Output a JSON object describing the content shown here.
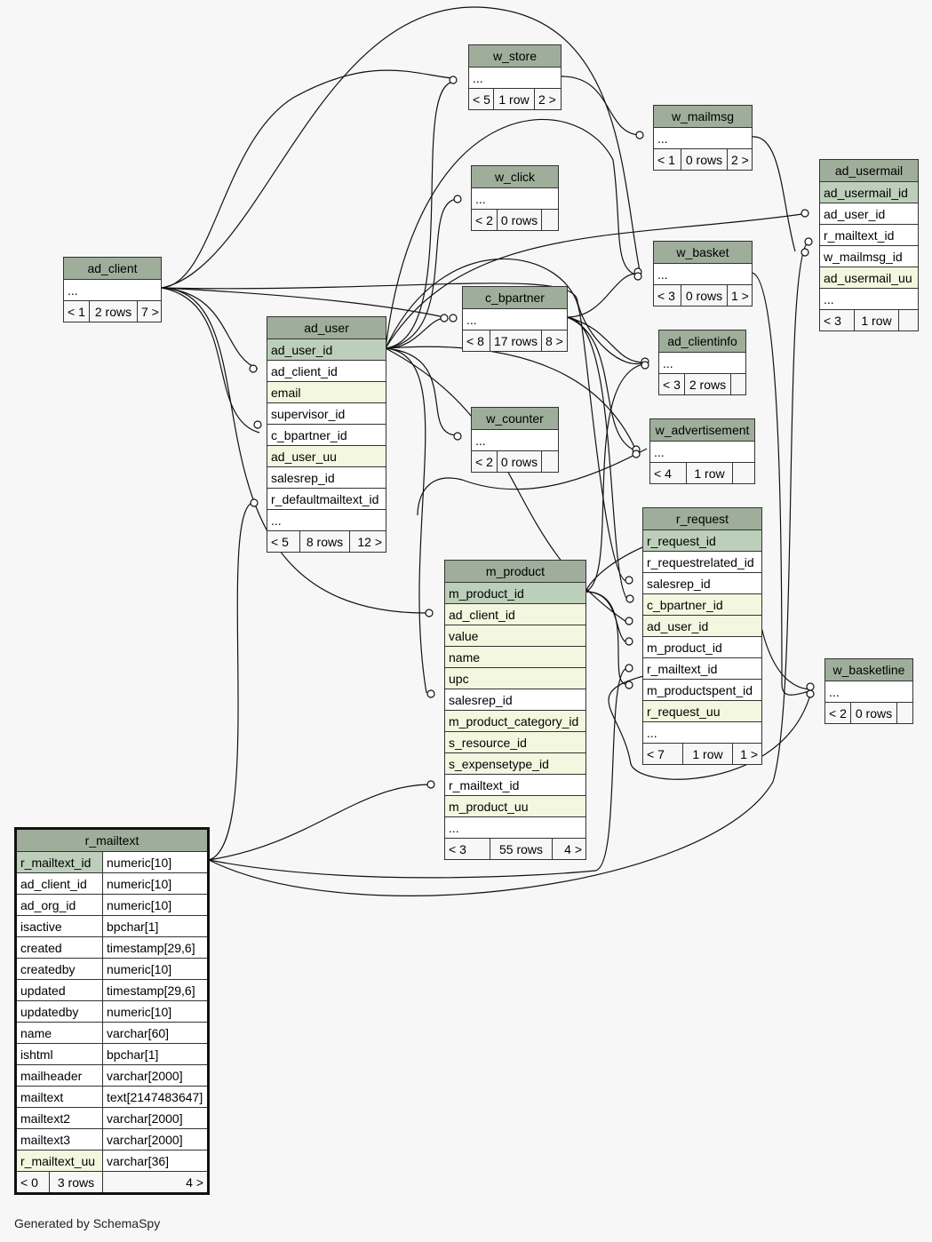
{
  "footer": "Generated by SchemaSpy",
  "colors": {
    "header": "#9fae9b",
    "primary_key": "#bccfba",
    "indexed": "#f4f7e0",
    "plain": "#ffffff"
  },
  "tables": {
    "w_store": {
      "name": "w_store",
      "rows": [
        {
          "label": "...",
          "kind": "plain"
        }
      ],
      "foot": [
        "< 5",
        "1 row",
        "2 >"
      ]
    },
    "w_mailmsg": {
      "name": "w_mailmsg",
      "rows": [
        {
          "label": "...",
          "kind": "plain"
        }
      ],
      "foot": [
        "< 1",
        "0 rows",
        "2 >"
      ]
    },
    "ad_usermail": {
      "name": "ad_usermail",
      "rows": [
        {
          "label": "ad_usermail_id",
          "kind": "pk"
        },
        {
          "label": "ad_user_id",
          "kind": "plain"
        },
        {
          "label": "r_mailtext_id",
          "kind": "plain"
        },
        {
          "label": "w_mailmsg_id",
          "kind": "plain"
        },
        {
          "label": "ad_usermail_uu",
          "kind": "idx"
        },
        {
          "label": "...",
          "kind": "plain"
        }
      ],
      "foot": [
        "< 3",
        "1 row",
        ""
      ]
    },
    "w_click": {
      "name": "w_click",
      "rows": [
        {
          "label": "...",
          "kind": "plain"
        }
      ],
      "foot": [
        "< 2",
        "0 rows",
        ""
      ]
    },
    "ad_client": {
      "name": "ad_client",
      "rows": [
        {
          "label": "...",
          "kind": "plain"
        }
      ],
      "foot": [
        "< 1",
        "2 rows",
        "7 >"
      ]
    },
    "w_basket": {
      "name": "w_basket",
      "rows": [
        {
          "label": "...",
          "kind": "plain"
        }
      ],
      "foot": [
        "< 3",
        "0 rows",
        "1 >"
      ]
    },
    "c_bpartner": {
      "name": "c_bpartner",
      "rows": [
        {
          "label": "...",
          "kind": "plain"
        }
      ],
      "foot": [
        "< 8",
        "17 rows",
        "8 >"
      ]
    },
    "ad_user": {
      "name": "ad_user",
      "rows": [
        {
          "label": "ad_user_id",
          "kind": "pk"
        },
        {
          "label": "ad_client_id",
          "kind": "plain"
        },
        {
          "label": "email",
          "kind": "idx"
        },
        {
          "label": "supervisor_id",
          "kind": "plain"
        },
        {
          "label": "c_bpartner_id",
          "kind": "plain"
        },
        {
          "label": "ad_user_uu",
          "kind": "idx"
        },
        {
          "label": "salesrep_id",
          "kind": "plain"
        },
        {
          "label": "r_defaultmailtext_id",
          "kind": "plain"
        },
        {
          "label": "...",
          "kind": "plain"
        }
      ],
      "foot": [
        "< 5",
        "8 rows",
        "12 >"
      ]
    },
    "ad_clientinfo": {
      "name": "ad_clientinfo",
      "rows": [
        {
          "label": "...",
          "kind": "plain"
        }
      ],
      "foot": [
        "< 3",
        "2 rows",
        ""
      ]
    },
    "w_counter": {
      "name": "w_counter",
      "rows": [
        {
          "label": "...",
          "kind": "plain"
        }
      ],
      "foot": [
        "< 2",
        "0 rows",
        ""
      ]
    },
    "w_advertisement": {
      "name": "w_advertisement",
      "rows": [
        {
          "label": "...",
          "kind": "plain"
        }
      ],
      "foot": [
        "< 4",
        "1 row",
        ""
      ]
    },
    "r_request": {
      "name": "r_request",
      "rows": [
        {
          "label": "r_request_id",
          "kind": "pk"
        },
        {
          "label": "r_requestrelated_id",
          "kind": "plain"
        },
        {
          "label": "salesrep_id",
          "kind": "plain"
        },
        {
          "label": "c_bpartner_id",
          "kind": "idx"
        },
        {
          "label": "ad_user_id",
          "kind": "idx"
        },
        {
          "label": "m_product_id",
          "kind": "plain"
        },
        {
          "label": "r_mailtext_id",
          "kind": "plain"
        },
        {
          "label": "m_productspent_id",
          "kind": "plain"
        },
        {
          "label": "r_request_uu",
          "kind": "idx"
        },
        {
          "label": "...",
          "kind": "plain"
        }
      ],
      "foot": [
        "< 7",
        "1 row",
        "1 >"
      ]
    },
    "m_product": {
      "name": "m_product",
      "rows": [
        {
          "label": "m_product_id",
          "kind": "pk"
        },
        {
          "label": "ad_client_id",
          "kind": "idx"
        },
        {
          "label": "value",
          "kind": "idx"
        },
        {
          "label": "name",
          "kind": "idx"
        },
        {
          "label": "upc",
          "kind": "idx"
        },
        {
          "label": "salesrep_id",
          "kind": "plain"
        },
        {
          "label": "m_product_category_id",
          "kind": "idx"
        },
        {
          "label": "s_resource_id",
          "kind": "idx"
        },
        {
          "label": "s_expensetype_id",
          "kind": "idx"
        },
        {
          "label": "r_mailtext_id",
          "kind": "plain"
        },
        {
          "label": "m_product_uu",
          "kind": "idx"
        },
        {
          "label": "...",
          "kind": "plain"
        }
      ],
      "foot": [
        "< 3",
        "55 rows",
        "4 >"
      ]
    },
    "w_basketline": {
      "name": "w_basketline",
      "rows": [
        {
          "label": "...",
          "kind": "plain"
        }
      ],
      "foot": [
        "< 2",
        "0 rows",
        ""
      ]
    },
    "r_mailtext": {
      "name": "r_mailtext",
      "rows": [
        {
          "label": "r_mailtext_id",
          "type": "numeric[10]",
          "kind": "pk"
        },
        {
          "label": "ad_client_id",
          "type": "numeric[10]",
          "kind": "plain"
        },
        {
          "label": "ad_org_id",
          "type": "numeric[10]",
          "kind": "plain"
        },
        {
          "label": "isactive",
          "type": "bpchar[1]",
          "kind": "plain"
        },
        {
          "label": "created",
          "type": "timestamp[29,6]",
          "kind": "plain"
        },
        {
          "label": "createdby",
          "type": "numeric[10]",
          "kind": "plain"
        },
        {
          "label": "updated",
          "type": "timestamp[29,6]",
          "kind": "plain"
        },
        {
          "label": "updatedby",
          "type": "numeric[10]",
          "kind": "plain"
        },
        {
          "label": "name",
          "type": "varchar[60]",
          "kind": "plain"
        },
        {
          "label": "ishtml",
          "type": "bpchar[1]",
          "kind": "plain"
        },
        {
          "label": "mailheader",
          "type": "varchar[2000]",
          "kind": "plain"
        },
        {
          "label": "mailtext",
          "type": "text[2147483647]",
          "kind": "plain"
        },
        {
          "label": "mailtext2",
          "type": "varchar[2000]",
          "kind": "plain"
        },
        {
          "label": "mailtext3",
          "type": "varchar[2000]",
          "kind": "plain"
        },
        {
          "label": "r_mailtext_uu",
          "type": "varchar[36]",
          "kind": "idx"
        }
      ],
      "foot": [
        "< 0",
        "3 rows",
        "4 >"
      ]
    }
  }
}
